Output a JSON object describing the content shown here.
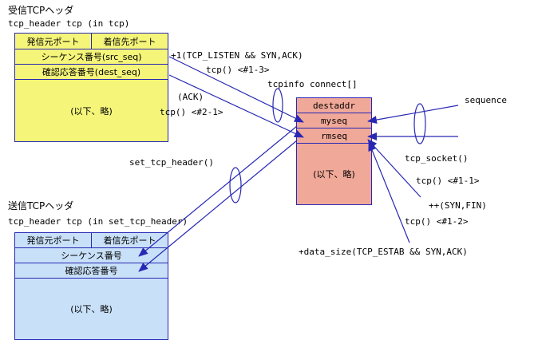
{
  "recv": {
    "title": "受信TCPヘッダ",
    "decl": "tcp_header tcp (in tcp)",
    "src_port": "発信元ポート",
    "dst_port": "着信先ポート",
    "seq": "シーケンス番号(src_seq)",
    "ack": "確認応答番号(dest_seq)",
    "rest": "(以下、略)"
  },
  "send": {
    "title": "送信TCPヘッダ",
    "decl": "tcp_header tcp (in set_tcp_header)",
    "src_port": "発信元ポート",
    "dst_port": "着信先ポート",
    "seq": "シーケンス番号",
    "ack": "確認応答番号",
    "rest": "(以下、略)"
  },
  "tcpinfo": {
    "title": "tcpinfo connect[]",
    "destaddr": "destaddr",
    "myseq": "myseq",
    "rmseq": "rmseq",
    "rest": "(以下、略)"
  },
  "labels": {
    "listen": "+1(TCP_LISTEN  && SYN,ACK)",
    "tcp13": "tcp() <#1-3>",
    "ack": "(ACK)",
    "tcp21": "tcp() <#2-1>",
    "set_tcp_header": "set_tcp_header()",
    "sequence": "sequence",
    "tcp_socket": "tcp_socket()",
    "tcp11": "tcp() <#1-1>",
    "synfin": "++(SYN,FIN)",
    "tcp12": "tcp() <#1-2>",
    "data_size": "+data_size(TCP_ESTAB && SYN,ACK)"
  },
  "colors": {
    "recv_fill": "#f5f57a",
    "send_fill": "#c8e0f8",
    "tcpinfo_fill": "#f0a898",
    "border": "#2828b4"
  }
}
